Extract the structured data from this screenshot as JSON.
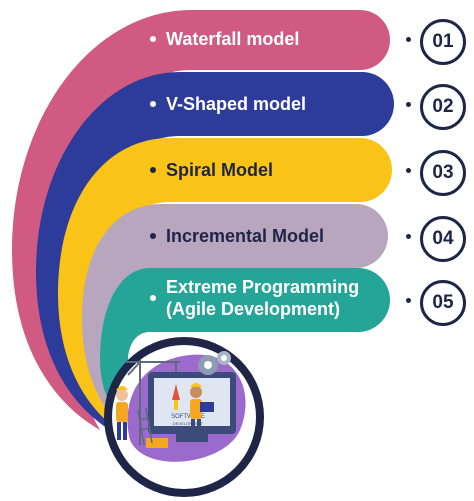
{
  "items": [
    {
      "label": "Waterfall model",
      "number": "01",
      "color": "#d05a82"
    },
    {
      "label": "V-Shaped model",
      "number": "02",
      "color": "#2d3b9a"
    },
    {
      "label": "Spiral Model",
      "number": "03",
      "color": "#f9c417"
    },
    {
      "label": "Incremental Model",
      "number": "04",
      "color": "#b8a6bf"
    },
    {
      "label_line1": "Extreme Programming",
      "label_line2": "(Agile Development)",
      "number": "05",
      "color": "#25a597"
    }
  ],
  "illustration": {
    "screen_text_line1": "SOFTWARE",
    "screen_text_line2": "DEVELOPMENT",
    "ring_color": "#1f2547"
  }
}
